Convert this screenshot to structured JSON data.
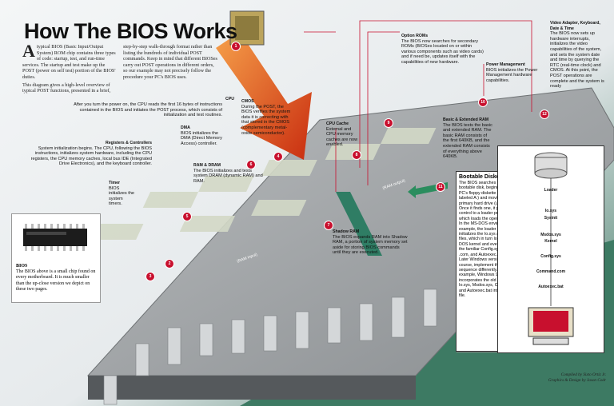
{
  "title": "How The BIOS Works",
  "intro": {
    "dropcap": "A",
    "para1": "typical BIOS (Basic Input/Output System) ROM chip contains three types of code: startup, test, and run-time services. The startup and test make up the POST (power on self test) portion of the BIOS' duties.",
    "para2": "This diagram gives a high-level overview of typical POST functions, presented in a brief,",
    "para3": "step-by-step walk-through format rather than listing the hundreds of individual POST commands. Keep in mind that different BIOSes carry out POST operations in different orders, so our example may not precisely follow the procedure your PC's BIOS uses."
  },
  "after_power": "After you turn the power on, the CPU reads the first 16 bytes of instructions contained in the BIOS and initiates the POST process, which consists of initialization and test routines.",
  "steps": [
    {
      "num": "1",
      "head": "CPU",
      "text": ""
    },
    {
      "num": "2",
      "head": "Registers & Controllers",
      "text": "System initialization begins. The CPU, following the BIOS instructions, initializes system hardware, including the CPU registers, the CPU memory caches, local bus IDE (Integrated Drive Electronics), and the keyboard controller."
    },
    {
      "num": "3",
      "head": "Timer",
      "text": "BIOS initializes the system timers."
    },
    {
      "num": "4",
      "head": "CMOS",
      "text": "During the POST, the BIOS verifies the system data it is correcting with that stored in the CMOS (complementary metal-oxide semiconductor)."
    },
    {
      "num": "5",
      "head": "DMA",
      "text": "BIOS initializes the DMA (Direct Memory Access) controller."
    },
    {
      "num": "6",
      "head": "RAM & DRAM",
      "text": "The BIOS initializes and tests system DRAM (dynamic RAM) and RAM."
    },
    {
      "num": "7",
      "head": "Shadow RAM",
      "text": "The BIOS expands RAM into Shadow RAM, a portion of system memory set aside for storing BIOS commands until they are executed."
    },
    {
      "num": "8",
      "head": "CPU Cache",
      "text": "External and CPU memory caches are now enabled."
    },
    {
      "num": "9",
      "head": "Option ROMs",
      "text": "The BIOS now searches for secondary ROMs (BIOSes located on or within various components such as video cards) and if need be, updates itself with the capabilities of new hardware."
    },
    {
      "num": "10",
      "head": "Power Management",
      "text": "BIOS initializes the Power Management hardware capabilities."
    },
    {
      "num": "11",
      "head": "Basic & Extended RAM",
      "text": "The BIOS tests the basic and extended RAM. The basic RAM consists of the first 640KB, and the extended RAM consists of everything above 640KB."
    },
    {
      "num": "12",
      "head": "Video Adapter, Keyboard, Date & Time",
      "text": "The BIOS now sets up hardware interrupts, initializes the video capabilities of the system, and sets the system date and time by querying the RTC (real-time clock) and CMOS. At this point, the POST operations are complete and the system is ready"
    }
  ],
  "boot": {
    "head": "Bootable Diskette",
    "text": "The BIOS searches for a bootable disk, beginning with the PC's floppy diskette drive (often labeled A:) and moving on to the primary hard drive (usually C:). Once it finds one, it passes control to a loader program, which loads the operating system. In the MS-DOS environment, for example, the loader program initializes the Io.sys and Sysinit files, which in turn load the MS-DOS kernel and eventually start the familiar Config.sys, Command .com, and Autoexec.bat files. Later Windows versions, of course, implement the boot sequence differently. For example, Windows 95's Io.sys file incorporates the old MSDOS Io.sys, Msdos.sys, Config .sys, and Autoexec.bat into one 32-bit file."
  },
  "flow": [
    "Loader",
    "Io.sys",
    "Sysinit",
    "Msdos.sys",
    "Kernel",
    "Config.sys",
    "Command.com",
    "Autoexec.bat"
  ],
  "bios_box": {
    "head": "BIOS",
    "text": "The BIOS above is a small chip found on every motherboard. It is much smaller than the up-close version we depict on these two pages."
  },
  "chip_labels": {
    "ram_input": "(RAM input)",
    "ram_output": "(RAM output)"
  },
  "credits": {
    "line1": "Compiled by Sixto Ortiz Jr.",
    "line2": "Graphics & Design by Jason Codr"
  },
  "colors": {
    "badge": "#c8102e",
    "arrow": "#e2471a",
    "chip_top": "#8f9497",
    "board_bg": "#2e8f6a"
  }
}
